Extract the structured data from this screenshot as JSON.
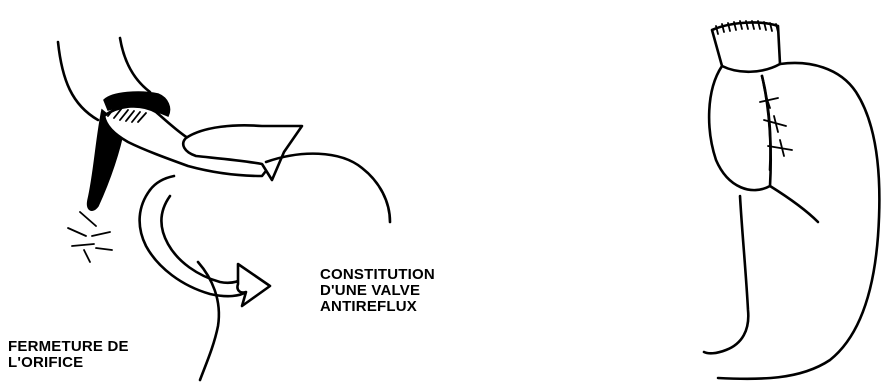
{
  "labels": {
    "valve": {
      "line1": "CONSTITUTION",
      "line2": "D'UNE VALVE",
      "line3": "ANTIREFLUX"
    },
    "orifice": {
      "line1": "FERMETURE DE",
      "line2": "L'ORIFICE"
    }
  },
  "colors": {
    "ink": "#000000",
    "background": "#ffffff"
  },
  "icons": [
    "curved-arrow-icon",
    "suture-stitch-icon"
  ]
}
